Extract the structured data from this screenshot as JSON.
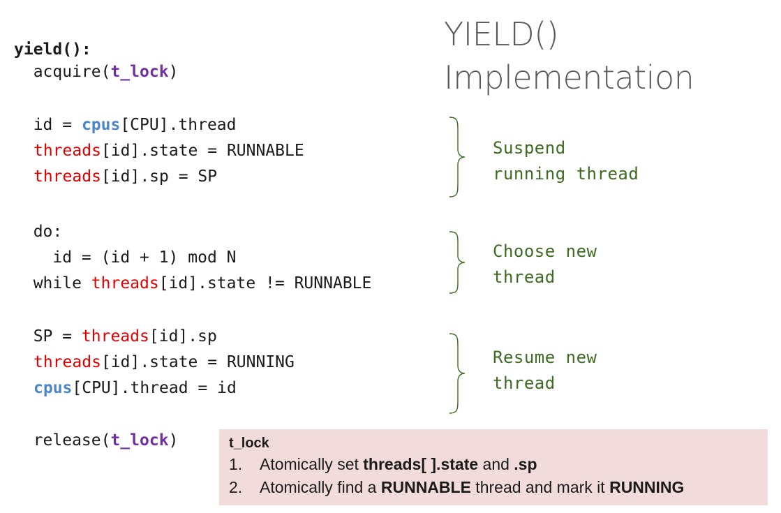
{
  "title": {
    "line1": "YIELD()",
    "line2": "Implementation"
  },
  "code": {
    "head": "yield():",
    "acquire": {
      "pre": "  acquire(",
      "lock": "t_lock",
      "post": ")"
    },
    "l1": {
      "pre": "  id = ",
      "cpus": "cpus",
      "post": "[CPU].thread"
    },
    "l2": {
      "thr": "threads",
      "post": "[id].state = RUNNABLE"
    },
    "l3": {
      "thr": "threads",
      "post": "[id].sp = SP"
    },
    "do": "  do:",
    "inc": "    id = (id + 1) mod N",
    "while": {
      "pre": "  while ",
      "thr": "threads",
      "post": "[id].state != RUNNABLE"
    },
    "sp": {
      "pre": "  SP = ",
      "thr": "threads",
      "post": "[id].sp"
    },
    "running": {
      "thr": "threads",
      "post": "[id].state = RUNNING"
    },
    "cpu": {
      "cpus": "cpus",
      "post": "[CPU].thread = id"
    },
    "release": {
      "pre": "  release(",
      "lock": "t_lock",
      "post": ")"
    }
  },
  "notes": {
    "suspend": [
      "Suspend",
      "running thread"
    ],
    "choose": [
      "Choose new",
      "thread"
    ],
    "resume": [
      "Resume new",
      "thread"
    ]
  },
  "callout": {
    "title": "t_lock",
    "item1": {
      "num": "1.",
      "a": "Atomically set ",
      "b": "threads[ ].state",
      "c": " and ",
      "d": ".sp"
    },
    "item2": {
      "num": "2.",
      "a": "Atomically find a ",
      "b": "RUNNABLE",
      "c": " thread and mark it ",
      "d": "RUNNING"
    }
  },
  "colors": {
    "lock": "#7030a0",
    "cpus": "#4a86c8",
    "threads": "#e00000",
    "note": "#3d6b22",
    "callout_bg": "#f2dcdb",
    "title": "#595959"
  }
}
